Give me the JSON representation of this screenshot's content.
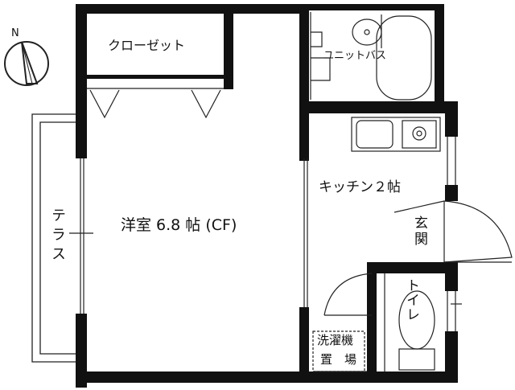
{
  "compass": {
    "north": "N"
  },
  "rooms": {
    "closet": "クローゼット",
    "unit_bath": "ユニットバス",
    "kitchen": "キッチン２帖",
    "western_room": "洋室 6.8 帖 (CF)",
    "terrace": "テラス",
    "entrance": "玄関",
    "toilet": "トイレ",
    "laundry_line1": "洗濯機",
    "laundry_line2": "置　場"
  },
  "colors": {
    "wall": "#111111",
    "line": "#222222",
    "background": "#ffffff"
  }
}
